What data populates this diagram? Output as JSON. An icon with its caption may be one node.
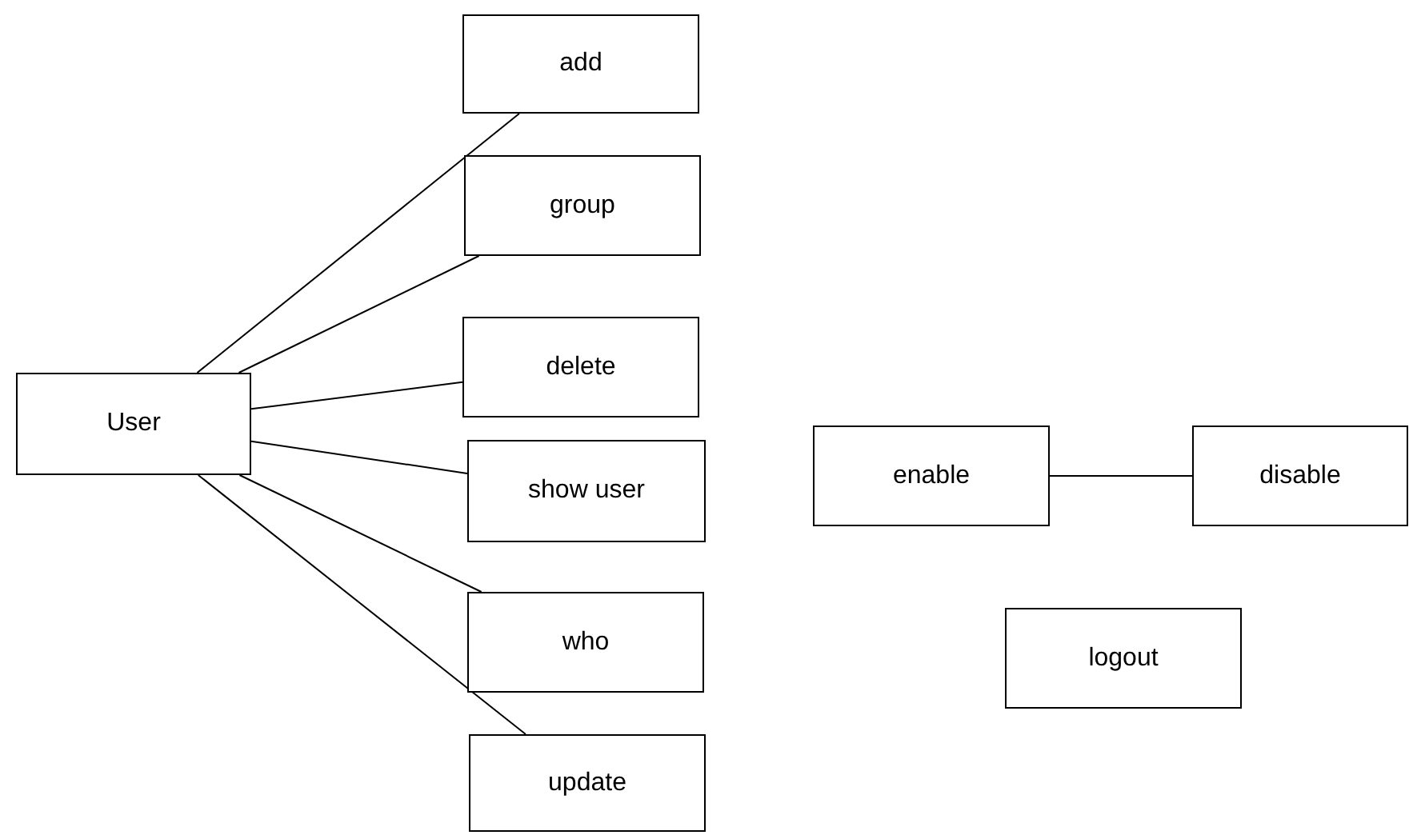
{
  "diagram": {
    "nodes": [
      {
        "text": [
          "User"
        ]
      },
      {
        "text": [
          "add"
        ]
      },
      {
        "text": [
          "group"
        ]
      },
      {
        "text": [
          "delete"
        ]
      },
      {
        "text": [
          "show user"
        ]
      },
      {
        "text": [
          "who"
        ]
      },
      {
        "text": [
          "update"
        ]
      },
      {
        "text": [
          "enable"
        ]
      },
      {
        "text": [
          "disable"
        ]
      },
      {
        "text": [
          "logout"
        ]
      }
    ],
    "edges": [
      {
        "from": 0,
        "to": 1,
        "arrow": "none"
      },
      {
        "from": 0,
        "to": 2,
        "arrow": "none"
      },
      {
        "from": 0,
        "to": 3,
        "arrow": "none"
      },
      {
        "from": 0,
        "to": 4,
        "arrow": "none"
      },
      {
        "from": 0,
        "to": 5,
        "arrow": "none"
      },
      {
        "from": 0,
        "to": 6,
        "arrow": "none"
      },
      {
        "from": 7,
        "to": 8,
        "arrow": "none"
      }
    ]
  }
}
